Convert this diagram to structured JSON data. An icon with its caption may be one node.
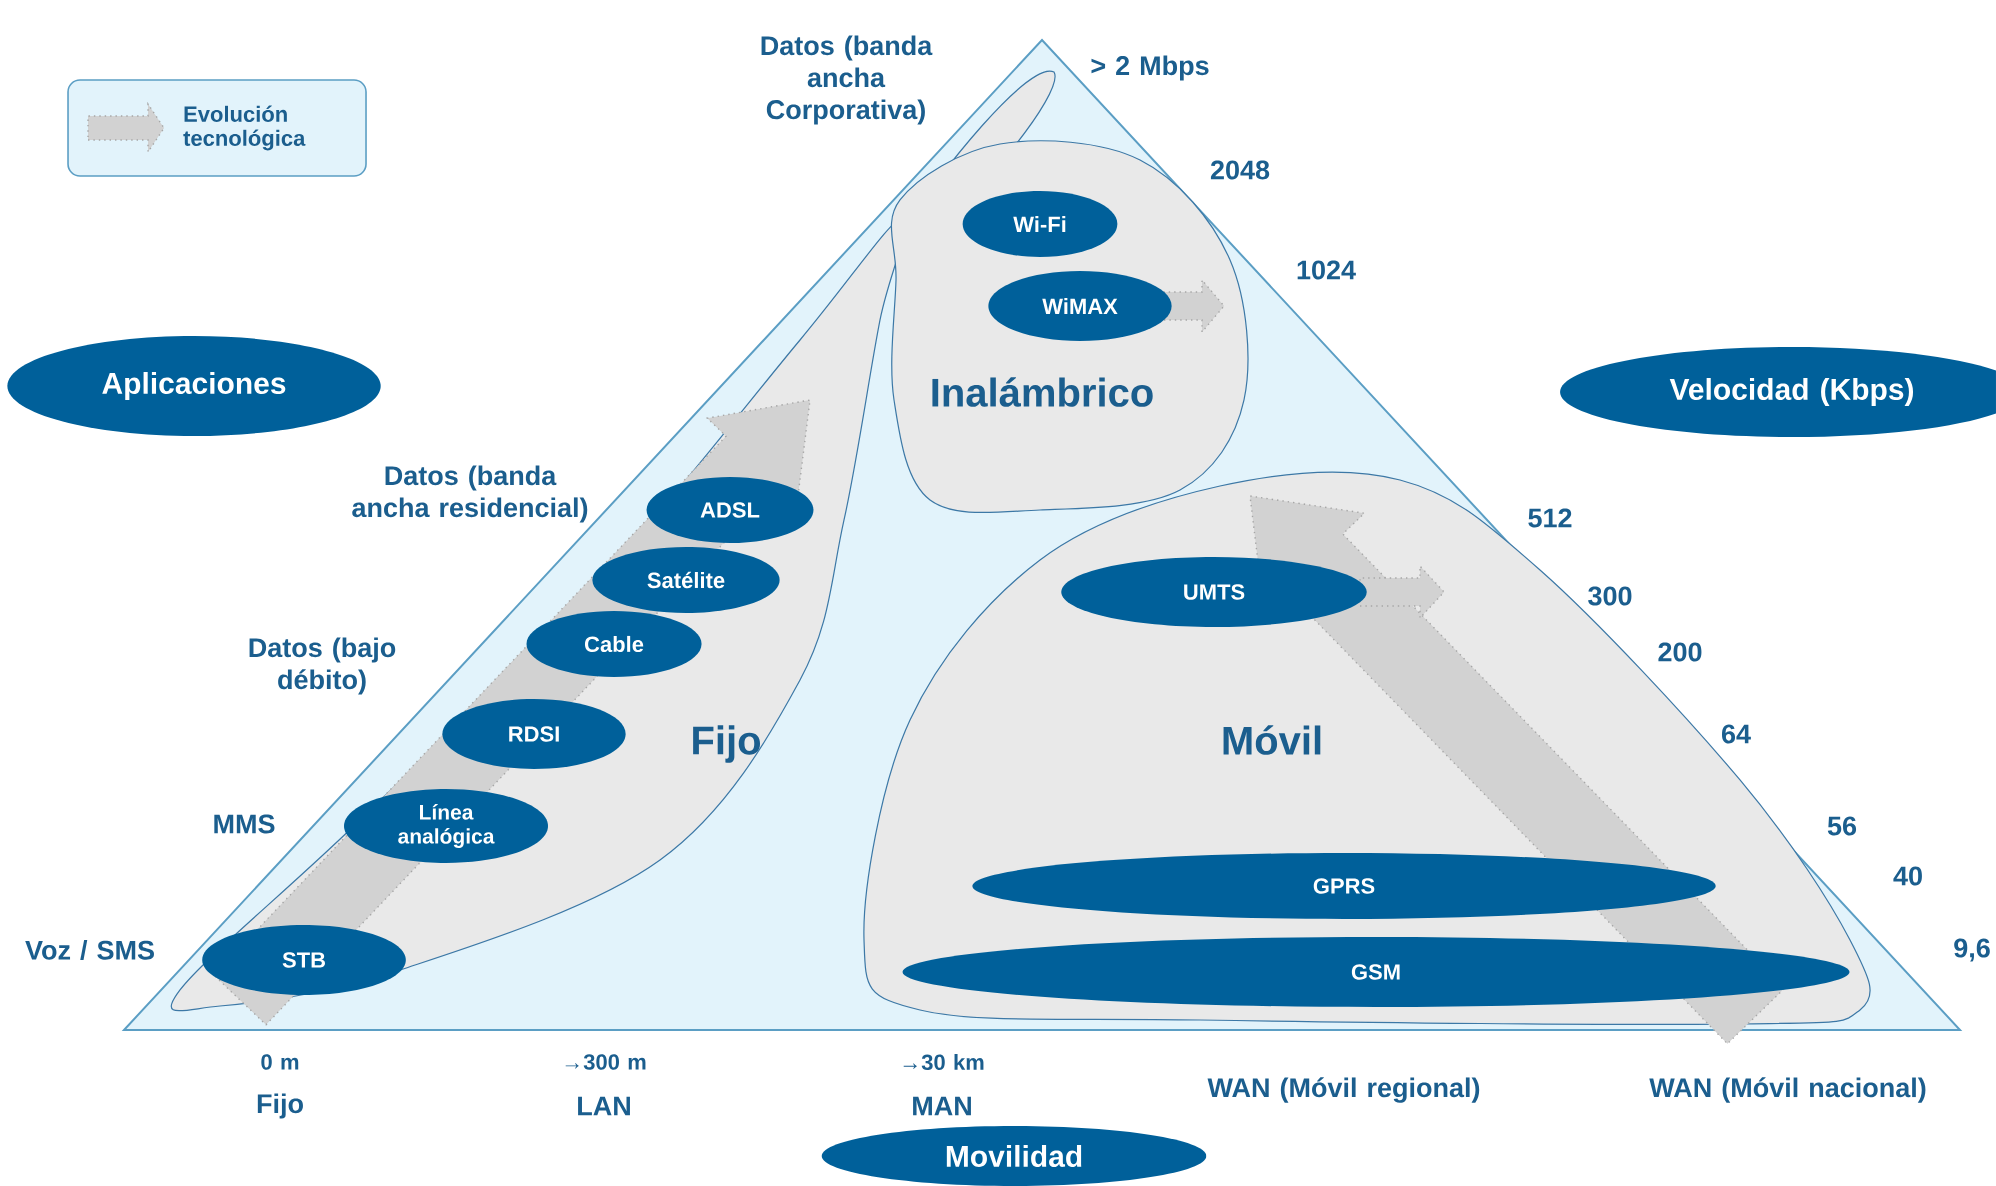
{
  "diagram": {
    "nodes": [
      {
        "text": [
          "Aplicaciones"
        ]
      },
      {
        "text": [
          "Velocidad (Kbps)"
        ]
      },
      {
        "text": [
          "Movilidad"
        ]
      },
      {
        "text": [
          "Fijo"
        ]
      },
      {
        "text": [
          "STB"
        ],
        "in": 3
      },
      {
        "text": [
          "Línea analógica"
        ],
        "in": 3
      },
      {
        "text": [
          "RDSI"
        ],
        "in": 3
      },
      {
        "text": [
          "Cable"
        ],
        "in": 3
      },
      {
        "text": [
          "Satélite"
        ],
        "in": 3
      },
      {
        "text": [
          "ADSL"
        ],
        "in": 3
      },
      {
        "text": [
          "Inalámbrico"
        ]
      },
      {
        "text": [
          "Wi-Fi"
        ],
        "in": 10
      },
      {
        "text": [
          "WiMAX"
        ],
        "in": 10
      },
      {
        "text": [
          "Móvil"
        ]
      },
      {
        "text": [
          "UMTS"
        ],
        "in": 13
      },
      {
        "text": [
          "GPRS"
        ],
        "in": 13
      },
      {
        "text": [
          "GSM"
        ],
        "in": 13
      }
    ],
    "labels": [
      "Datos (banda ancha Corporativa)",
      "> 2 Mbps",
      "2048",
      "1024",
      "Datos (banda ancha residencial)",
      "512",
      "300",
      "Datos (bajo débito)",
      "200",
      "64",
      "MMS",
      "56",
      "40",
      "Voz / SMS",
      "9,6",
      "0 m",
      "→300 m",
      "→30 km",
      "Fijo",
      "LAN",
      "MAN",
      "WAN (Móvil regional)",
      "WAN (Móvil nacional)"
    ],
    "legend": [
      {
        "text": "Evolución tecnológica"
      }
    ]
  }
}
